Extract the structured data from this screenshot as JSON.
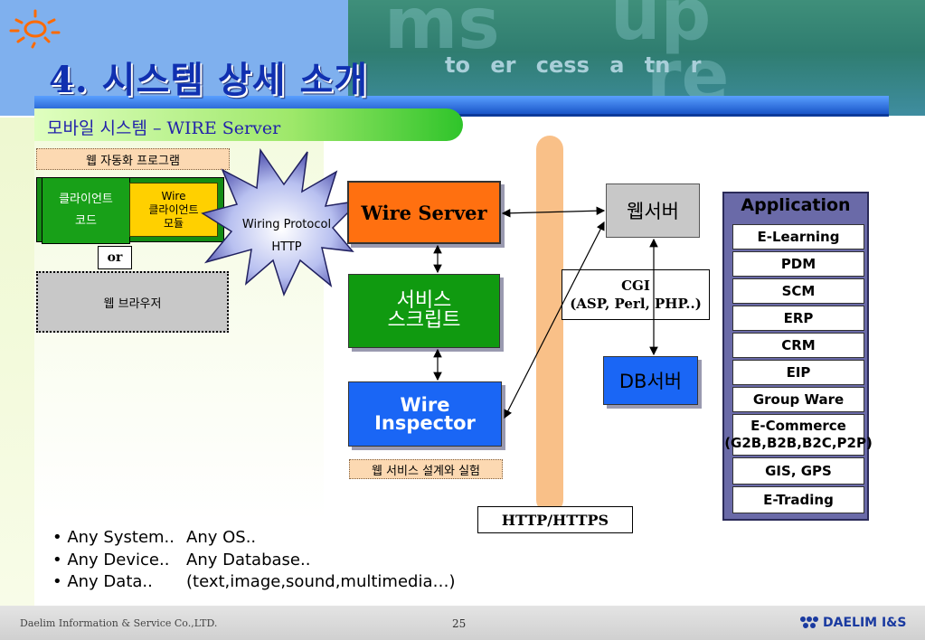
{
  "header": {
    "title": "4. 시스템 상세 소개",
    "background_text": "to er cess a tn r",
    "subtitle": "모바일 시스템 – WIRE Server"
  },
  "left": {
    "automation_label": "웹 자동화 프로그램",
    "client_code": [
      "클라이언트",
      "코드"
    ],
    "wire_module": [
      "Wire",
      "클라이언트",
      "모듈"
    ],
    "or_label": "or",
    "web_browser": "웹 브라우저",
    "protocol": [
      "Wiring Protocol",
      "HTTP"
    ]
  },
  "center": {
    "wire_server": "Wire Server",
    "service_script": [
      "서비스",
      "스크립트"
    ],
    "wire_inspector": [
      "Wire",
      "Inspector"
    ],
    "design_label": "웹 서비스 설계와 실험"
  },
  "network": {
    "http_label": "HTTP/HTTPS",
    "web_server": "웹서버",
    "cgi": [
      "CGI",
      "(ASP, Perl, PHP..)"
    ],
    "db_server": "DB서버"
  },
  "application": {
    "title": "Application",
    "items": [
      [
        "E-Learning"
      ],
      [
        "PDM"
      ],
      [
        "SCM"
      ],
      [
        "ERP"
      ],
      [
        "CRM"
      ],
      [
        "EIP"
      ],
      [
        "Group Ware"
      ],
      [
        "E-Commerce",
        "(G2B,B2B,B2C,P2P)"
      ],
      [
        "GIS, GPS"
      ],
      [
        "E-Trading"
      ]
    ]
  },
  "bullets": [
    [
      "• Any System..",
      "Any OS.."
    ],
    [
      "• Any Device..",
      "Any Database.."
    ],
    [
      "• Any Data..",
      "(text,image,sound,multimedia…)"
    ]
  ],
  "footer": {
    "company": "Daelim Information & Service Co.,LTD.",
    "page": "25",
    "logo": "DAELIM I&S"
  },
  "colors": {
    "title": "#1030b0",
    "wire_server": "#ff7010",
    "service_script": "#109a10",
    "inspector": "#1a66f5",
    "app_panel": "#6a6aa8"
  }
}
